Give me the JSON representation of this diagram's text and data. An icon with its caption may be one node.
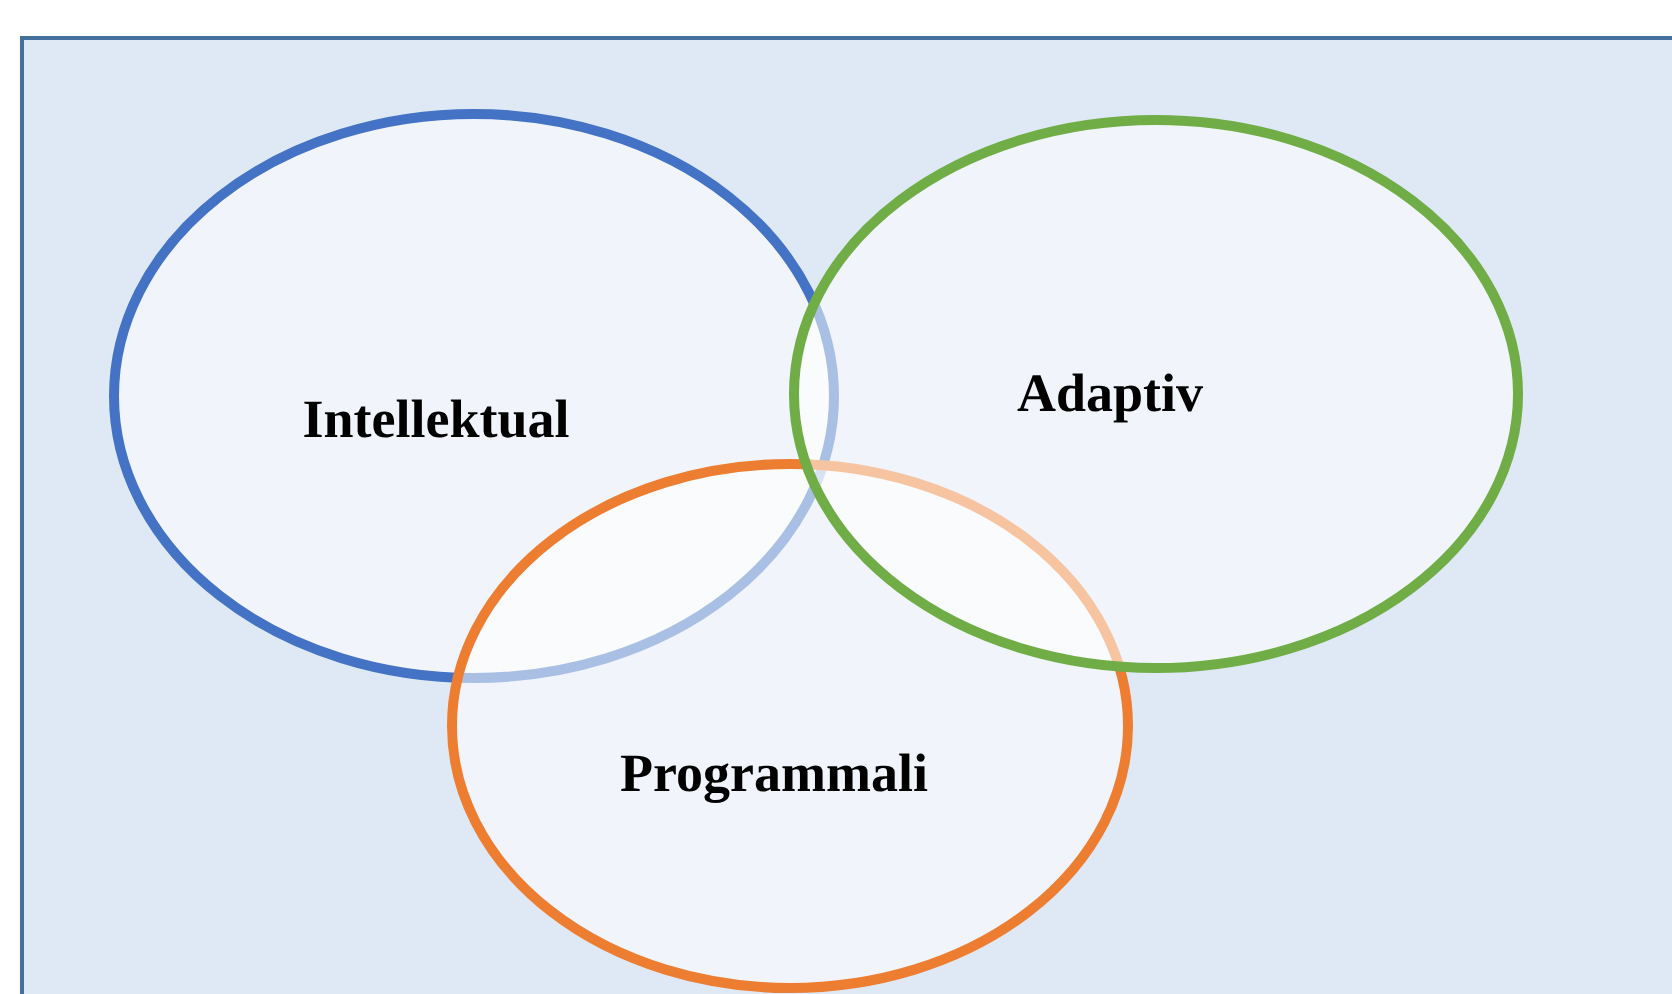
{
  "diagram": {
    "nodes": [
      {
        "text": [
          "Intellektual"
        ]
      },
      {
        "text": [
          "Adaptiv"
        ]
      },
      {
        "text": [
          "Programmali"
        ]
      }
    ]
  }
}
